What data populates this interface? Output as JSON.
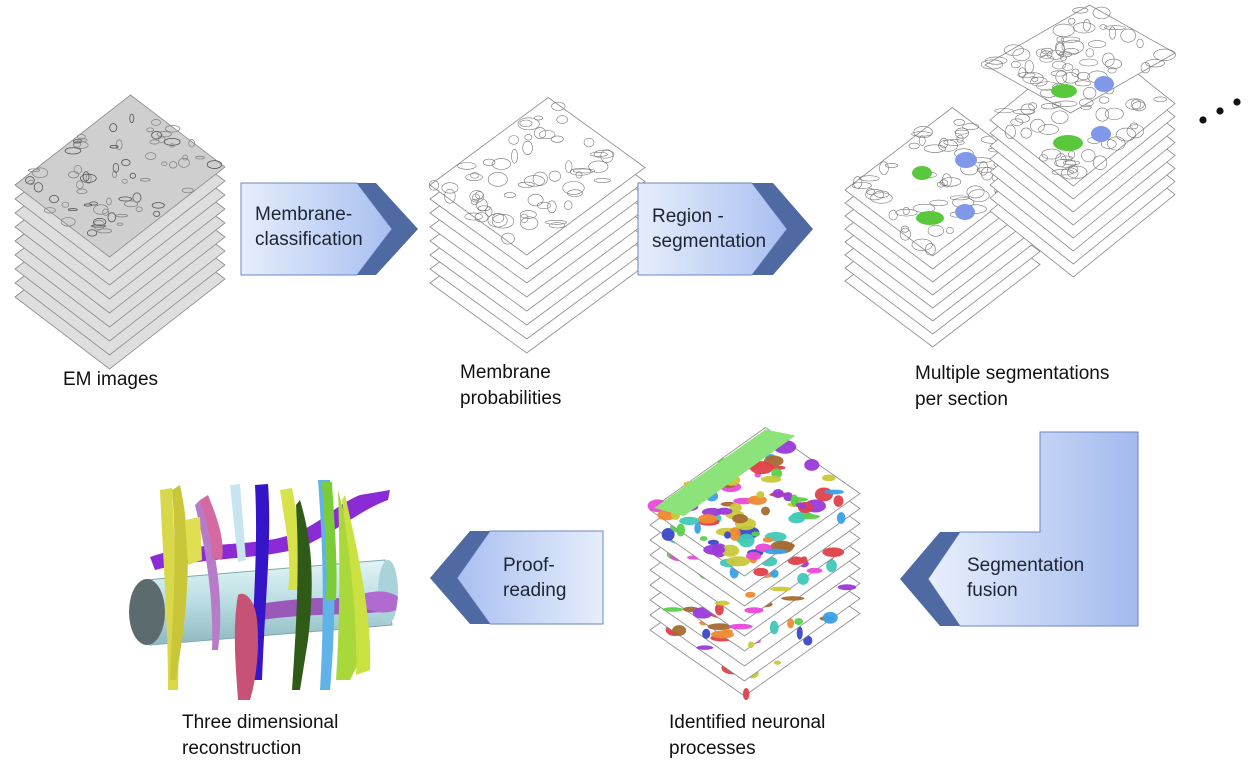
{
  "steps": [
    {
      "label": "EM images"
    },
    {
      "label_line1": "Membrane",
      "label_line2": "probabilities"
    },
    {
      "label_line1": "Multiple segmentations",
      "label_line2": "per section"
    },
    {
      "label_line1": "Identified neuronal",
      "label_line2": "processes"
    },
    {
      "label_line1": "Three dimensional",
      "label_line2": "reconstruction"
    }
  ],
  "arrows": [
    {
      "line1": "Membrane-",
      "line2": "classification"
    },
    {
      "line1": "Region -",
      "line2": "segmentation"
    },
    {
      "line1": "Segmentation",
      "line2": "fusion"
    },
    {
      "line1": "Proof-",
      "line2": "reading"
    }
  ],
  "colors": {
    "arrow_fill_light": "#dfe8fb",
    "arrow_fill_dark": "#a9bff0",
    "arrow_chevron": "#4f6aa3",
    "green_region": "#5ac83c",
    "blue_region": "#7f98ea"
  }
}
